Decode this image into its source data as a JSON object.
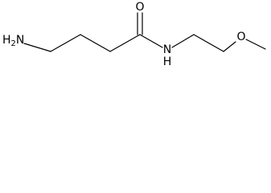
{
  "molecule": {
    "atoms": {
      "amine": {
        "element": "N",
        "hydrogens": "H",
        "hydrogen_count": "2"
      },
      "carbonyl_oxygen": {
        "element": "O"
      },
      "amide_nitrogen": {
        "element": "N",
        "hydrogens": "H"
      },
      "ether_oxygen": {
        "element": "O"
      }
    },
    "bond_color": "#000000",
    "label_color": "#000000"
  }
}
